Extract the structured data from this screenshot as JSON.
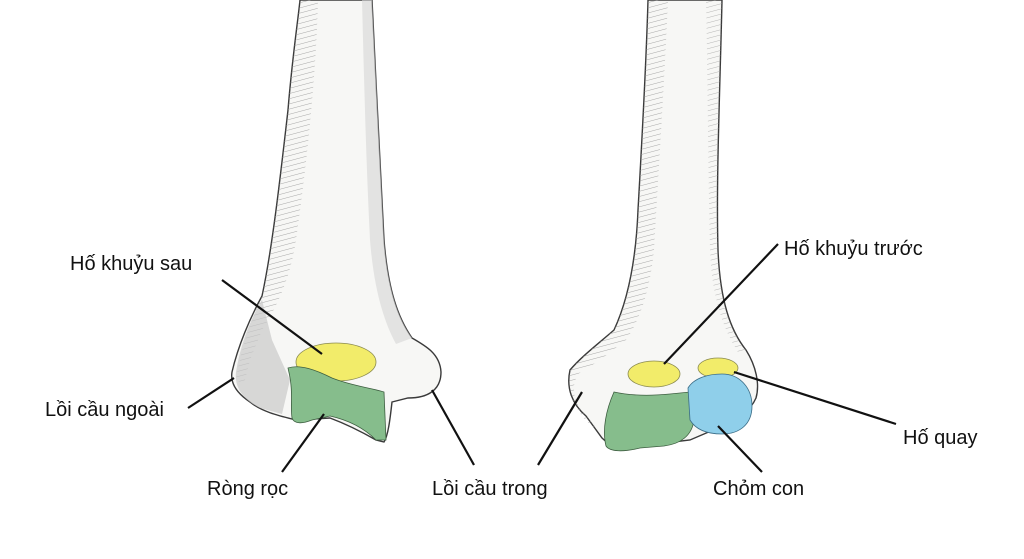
{
  "labels": {
    "posterior_fossa": "Hố khuỷu sau",
    "lateral_epicondyle": "Lồi cầu ngoài",
    "trochlea": "Ròng rọc",
    "medial_epicondyle": "Lồi cầu trong",
    "anterior_fossa": "Hố khuỷu trước",
    "radial_fossa": "Hố quay",
    "capitulum": "Chỏm con"
  },
  "colors": {
    "fossa_yellow": "#f2ec6a",
    "trochlea_green": "#86bd8c",
    "capitulum_blue": "#8fcfea",
    "bone_fill": "#f7f7f5",
    "bone_shadow": "#bdbdbd",
    "line": "#111111"
  }
}
